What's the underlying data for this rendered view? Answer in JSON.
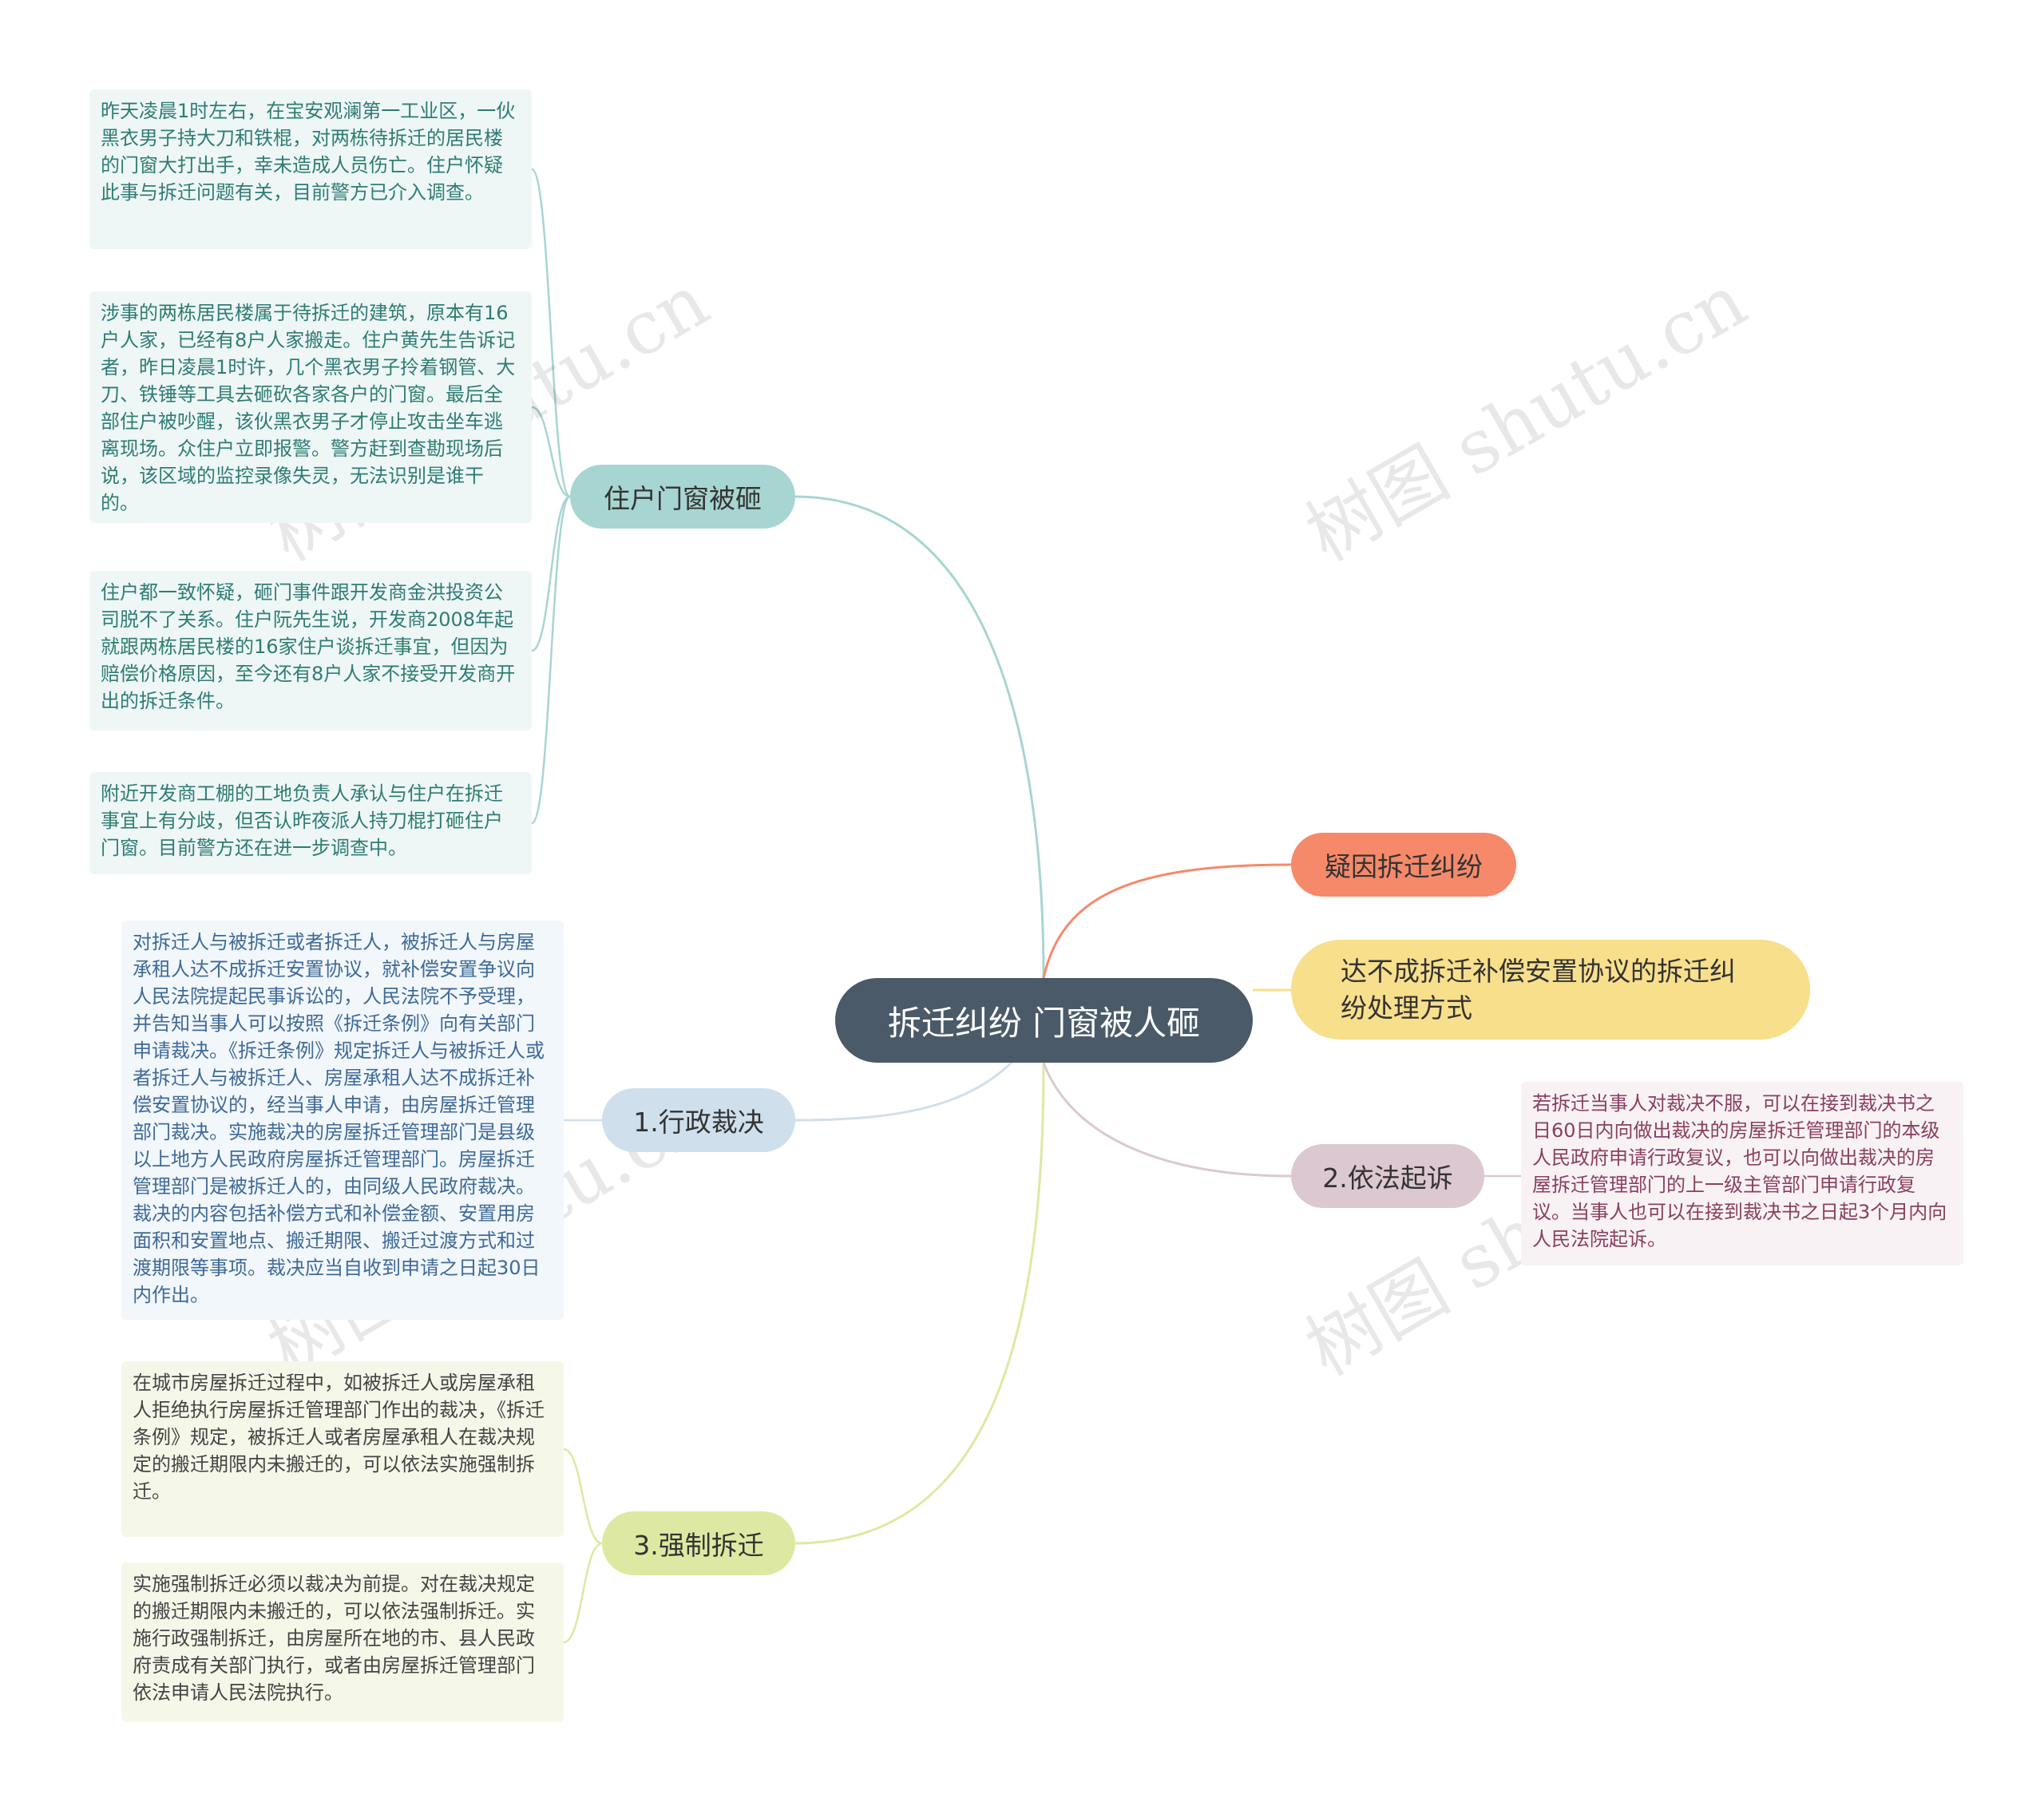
{
  "root": {
    "label": "拆迁纠纷 门窗被人砸"
  },
  "branches": {
    "door": {
      "label": "住户门窗被砸",
      "color": "#a7d5d2",
      "details": [
        "昨天凌晨1时左右，在宝安观澜第一工业区，一伙黑衣男子持大刀和铁棍，对两栋待拆迁的居民楼的门窗大打出手，幸未造成人员伤亡。住户怀疑此事与拆迁问题有关，目前警方已介入调查。",
        "涉事的两栋居民楼属于待拆迁的建筑，原本有16户人家，已经有8户人家搬走。住户黄先生告诉记者，昨日凌晨1时许，几个黑衣男子拎着钢管、大刀、铁锤等工具去砸砍各家各户的门窗。最后全部住户被吵醒，该伙黑衣男子才停止攻击坐车逃离现场。众住户立即报警。警方赶到查勘现场后说，该区域的监控录像失灵，无法识别是谁干的。",
        "住户都一致怀疑，砸门事件跟开发商金洪投资公司脱不了关系。住户阮先生说，开发商2008年起就跟两栋居民楼的16家住户谈拆迁事宜，但因为赔偿价格原因，至今还有8户人家不接受开发商开出的拆迁条件。",
        "附近开发商工棚的工地负责人承认与住户在拆迁事宜上有分歧，但否认昨夜派人持刀棍打砸住户门窗。目前警方还在进一步调查中。"
      ]
    },
    "admin": {
      "label": "1.行政裁决",
      "color": "#cfe0ec",
      "details": [
        "对拆迁人与被拆迁或者拆迁人，被拆迁人与房屋承租人达不成拆迁安置协议，就补偿安置争议向人民法院提起民事诉讼的，人民法院不予受理，并告知当事人可以按照《拆迁条例》向有关部门申请裁决。《拆迁条例》规定拆迁人与被拆迁人或者拆迁人与被拆迁人、房屋承租人达不成拆迁补偿安置协议的，经当事人申请，由房屋拆迁管理部门裁决。实施裁决的房屋拆迁管理部门是县级以上地方人民政府房屋拆迁管理部门。房屋拆迁管理部门是被拆迁人的，由同级人民政府裁决。裁决的内容包括补偿方式和补偿金额、安置用房面积和安置地点、搬迁期限、搬迁过渡方式和过渡期限等事项。裁决应当自收到申请之日起30日内作出。"
      ]
    },
    "force": {
      "label": "3.强制拆迁",
      "color": "#dde9a2",
      "details": [
        "在城市房屋拆迁过程中，如被拆迁人或房屋承租人拒绝执行房屋拆迁管理部门作出的裁决，《拆迁条例》规定，被拆迁人或者房屋承租人在裁决规定的搬迁期限内未搬迁的，可以依法实施强制拆迁。",
        "实施强制拆迁必须以裁决为前提。对在裁决规定的搬迁期限内未搬迁的，可以依法强制拆迁。实施行政强制拆迁，由房屋所在地的市、县人民政府责成有关部门执行，或者由房屋拆迁管理部门依法申请人民法院执行。"
      ]
    },
    "doubt": {
      "label": "疑因拆迁纠纷",
      "color": "#f6896a"
    },
    "noagree": {
      "label": "达不成拆迁补偿安置协议的拆迁纠纷处理方式",
      "color": "#f8df8c"
    },
    "sue": {
      "label": "2.依法起诉",
      "color": "#dcc8d0",
      "details": [
        "若拆迁当事人对裁决不服，可以在接到裁决书之日60日内向做出裁决的房屋拆迁管理部门的本级人民政府申请行政复议，也可以向做出裁决的房屋拆迁管理部门的上一级主管部门申请行政复议。当事人也可以在接到裁决书之日起3个月内向人民法院起诉。"
      ]
    }
  },
  "watermark": "树图 shutu.cn"
}
